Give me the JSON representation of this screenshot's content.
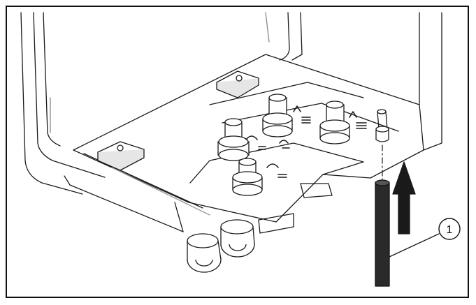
{
  "figure": {
    "callouts": [
      {
        "label": "1"
      }
    ],
    "colors": {
      "line": "#1a1a1a",
      "fill": "#ffffff",
      "hose": "#2a2a2a",
      "arrow": "#1a1a1a",
      "shade": "#e6e6e6"
    },
    "icons": [
      "boiler-housing",
      "connection-plate",
      "union-nut",
      "condensate-hose",
      "up-arrow",
      "drain-pipe"
    ]
  }
}
